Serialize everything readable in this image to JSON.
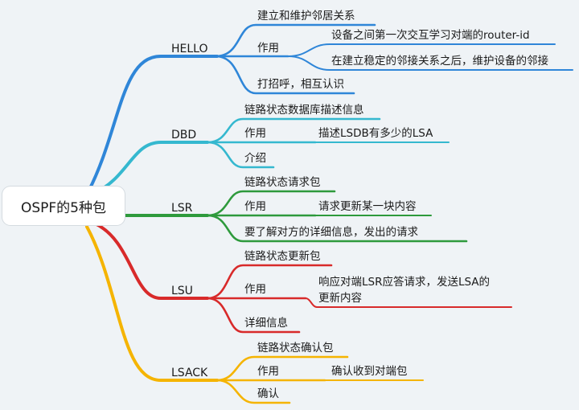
{
  "colors": {
    "hello": "#2f86d8",
    "dbd": "#35b8cf",
    "lsr": "#2e9a3c",
    "lsu": "#d82a2a",
    "lsack": "#f5b400"
  },
  "root": {
    "label": "OSPF的5种包"
  },
  "hello": {
    "label": "HELLO",
    "items": [
      {
        "text": "建立和维护邻居关系"
      },
      {
        "text": "作用",
        "children": [
          {
            "text": "设备之间第一次交互学习对端的router-id"
          },
          {
            "text": "在建立稳定的邻接关系之后，维护设备的邻接"
          }
        ]
      },
      {
        "text": "打招呼，相互认识"
      }
    ]
  },
  "dbd": {
    "label": "DBD",
    "items": [
      {
        "text": "链路状态数据库描述信息"
      },
      {
        "text": "作用",
        "children": [
          {
            "text": "描述LSDB有多少的LSA"
          }
        ]
      },
      {
        "text": "介绍"
      }
    ]
  },
  "lsr": {
    "label": "LSR",
    "items": [
      {
        "text": "链路状态请求包"
      },
      {
        "text": "作用",
        "children": [
          {
            "text": "请求更新某一块内容"
          }
        ]
      },
      {
        "text": "要了解对方的详细信息，发出的请求"
      }
    ]
  },
  "lsu": {
    "label": "LSU",
    "items": [
      {
        "text": "链路状态更新包"
      },
      {
        "text": "作用",
        "children": [
          {
            "text": "响应对端LSR应答请求，发送LSA的",
            "text2": "更新内容"
          }
        ]
      },
      {
        "text": "详细信息"
      }
    ]
  },
  "lsack": {
    "label": "LSACK",
    "items": [
      {
        "text": "链路状态确认包"
      },
      {
        "text": "作用",
        "children": [
          {
            "text": "确认收到对端包"
          }
        ]
      },
      {
        "text": "确认"
      }
    ]
  }
}
